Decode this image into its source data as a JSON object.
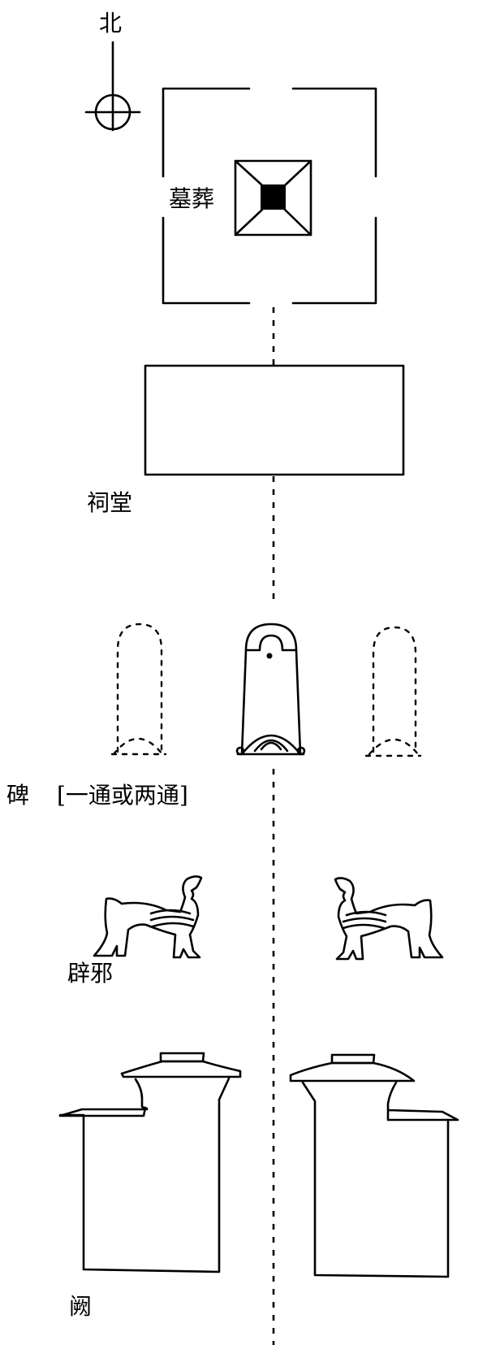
{
  "diagram": {
    "type": "site-layout-plan",
    "orientation": {
      "label": "北",
      "icon": "north-compass-icon"
    },
    "elements": [
      {
        "id": "tomb",
        "label": "墓葬",
        "shape": "square-pyramid-in-enclosure"
      },
      {
        "id": "shrine",
        "label": "祠堂",
        "shape": "rectangle"
      },
      {
        "id": "stele",
        "label": "碑",
        "note": "[一通或两通]",
        "count_shown": 3,
        "solid_count": 1,
        "dashed_count": 2
      },
      {
        "id": "bixie",
        "label": "辟邪",
        "count_shown": 2,
        "shape": "winged-beast-pair"
      },
      {
        "id": "que",
        "label": "阙",
        "count_shown": 2,
        "shape": "gate-tower-pair"
      }
    ],
    "axis": {
      "style": "dashed",
      "direction": "north-south"
    },
    "colors": {
      "ink": "#000000",
      "background": "#ffffff"
    }
  }
}
